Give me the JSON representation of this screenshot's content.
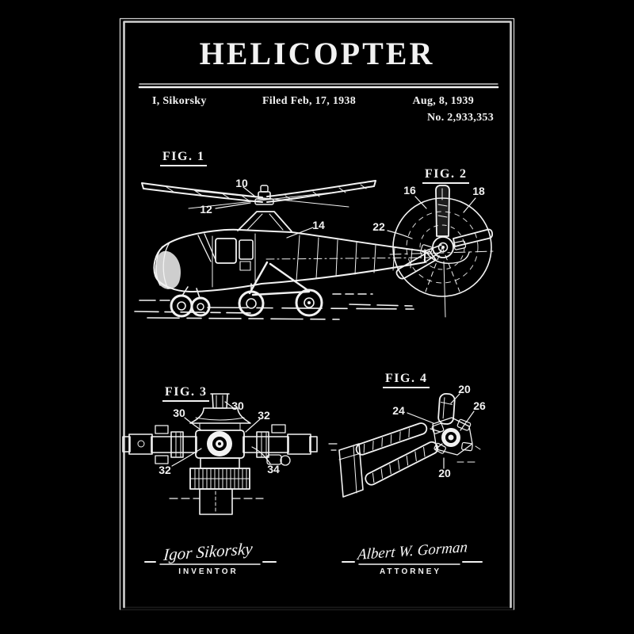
{
  "colors": {
    "background": "#000000",
    "ink": "#f2f2f2",
    "frame": "#cfcfcf"
  },
  "header": {
    "title": "HELICOPTER",
    "inventor_credit": "I, Sikorsky",
    "filed_line": "Filed Feb, 17, 1938",
    "date_line": "Aug, 8, 1939",
    "patent_number": "No. 2,933,353"
  },
  "figures": {
    "fig1": {
      "label": "FIG. 1",
      "refs": {
        "n10": "10",
        "n12": "12",
        "n14": "14",
        "n22": "22"
      }
    },
    "fig2": {
      "label": "FIG. 2",
      "refs": {
        "n16": "16",
        "n18": "18"
      }
    },
    "fig3": {
      "label": "FIG. 3",
      "refs": {
        "n30_top": "30",
        "n30_left": "30",
        "n32_right": "32",
        "n32_bottom": "32",
        "n34": "34"
      }
    },
    "fig4": {
      "label": "FIG. 4",
      "refs": {
        "n20_top": "20",
        "n24": "24",
        "n26": "26",
        "n20_bottom": "20"
      }
    }
  },
  "signatures": {
    "inventor": {
      "name": "Igor Sikorsky",
      "role": "INVENTOR"
    },
    "attorney": {
      "name": "Albert W. Gorman",
      "role": "ATTORNEY"
    }
  }
}
